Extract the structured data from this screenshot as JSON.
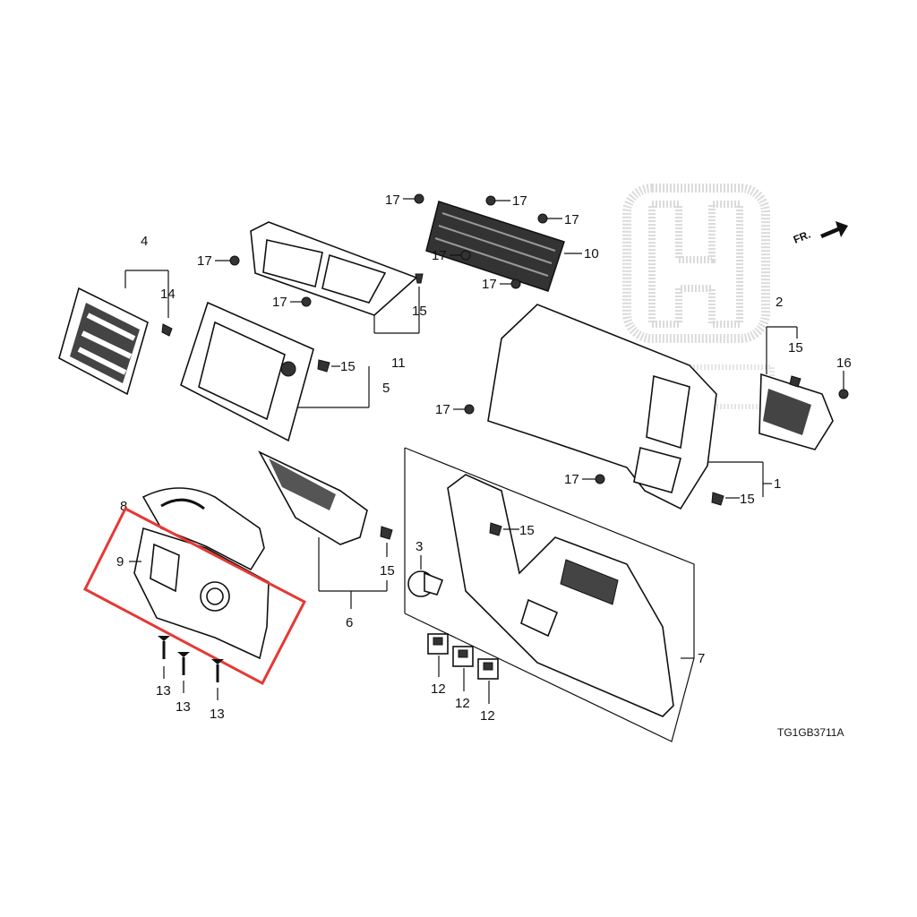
{
  "labels": {
    "p1": "1",
    "p2": "2",
    "p3": "3",
    "p4": "4",
    "p5": "5",
    "p6": "6",
    "p7": "7",
    "p8": "8",
    "p9": "9",
    "p10": "10",
    "p11": "11",
    "p12": "12",
    "p13": "13",
    "p14": "14",
    "p15": "15",
    "p16": "16",
    "p17": "17"
  },
  "direction_marker": "FR.",
  "diagram_code": "TG1GB3711A",
  "highlight_color": "#e53935"
}
